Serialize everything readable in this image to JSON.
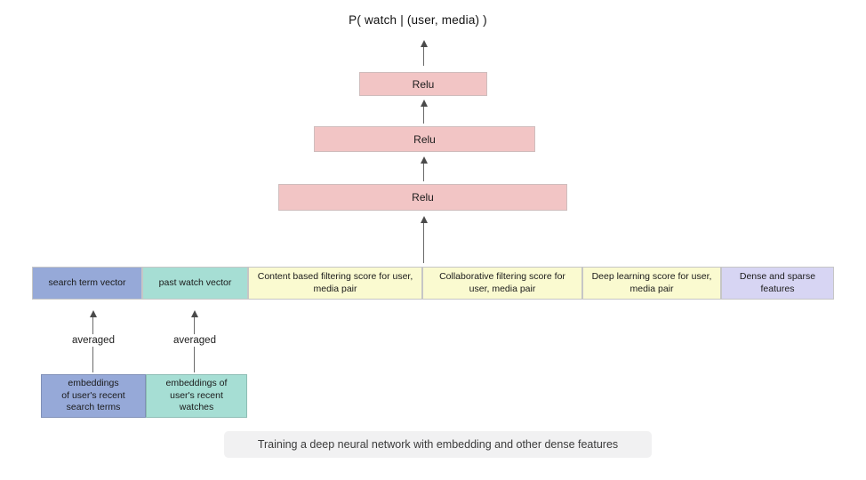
{
  "title": "P( watch | (user, media) )",
  "network": {
    "relu_layers": [
      {
        "label": "Relu"
      },
      {
        "label": "Relu"
      },
      {
        "label": "Relu"
      }
    ]
  },
  "feature_row": {
    "boxes": [
      {
        "label": "search term vector",
        "color": "#96a9d8"
      },
      {
        "label": "past watch vector",
        "color": "#a6ded4"
      },
      {
        "label": "Content based filtering score for user, media pair",
        "color": "#fafad0"
      },
      {
        "label": "Collaborative filtering score for user, media pair",
        "color": "#fafad0"
      },
      {
        "label": "Deep learning score for user, media pair",
        "color": "#fafad0"
      },
      {
        "label": "Dense and sparse features",
        "color": "#d7d5f3"
      }
    ]
  },
  "aggregation": {
    "left_label": "averaged",
    "right_label": "averaged"
  },
  "embedding_boxes": [
    {
      "lines": [
        "embeddings",
        "of user's recent",
        "search terms"
      ],
      "color": "#96a9d8"
    },
    {
      "lines": [
        "embeddings of",
        "user's recent",
        "watches"
      ],
      "color": "#a6ded4"
    }
  ],
  "caption": "Training a deep neural network with embedding and other dense features",
  "colors": {
    "relu_fill": "#f2c5c5",
    "relu_border": "#cfbdbd",
    "arrow": "#4a4a4a",
    "caption_bg": "#f1f1f2"
  }
}
